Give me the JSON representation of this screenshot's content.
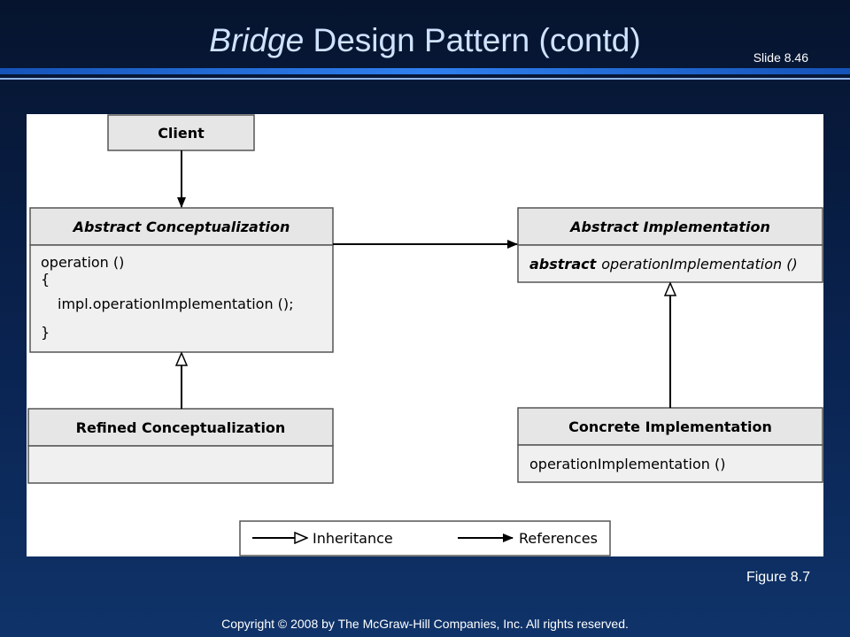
{
  "slide": {
    "title_italic": "Bridge",
    "title_rest": " Design Pattern (contd)",
    "number": "Slide 8.46",
    "figure_label": "Figure 8.7",
    "copyright": "Copyright © 2008 by The McGraw-Hill Companies, Inc.  All rights reserved."
  },
  "colors": {
    "background_top": "#06142e",
    "background_bottom": "#0f3369",
    "title": "#cfe3ff",
    "rule": "#2f80ef",
    "box_header": "#e6e6e6",
    "box_body": "#f0f0f0"
  },
  "diagram": {
    "client": {
      "title": "Client"
    },
    "abstract_conceptualization": {
      "title": "Abstract Conceptualization",
      "lines": [
        "operation ()",
        "{",
        "impl.operationImplementation ();",
        "}"
      ]
    },
    "refined_conceptualization": {
      "title": "Refined Conceptualization"
    },
    "abstract_implementation": {
      "title": "Abstract Implementation",
      "keyword": "abstract",
      "method": "operationImplementation ()"
    },
    "concrete_implementation": {
      "title": "Concrete Implementation",
      "method": "operationImplementation ()"
    },
    "legend": {
      "inheritance": "Inheritance",
      "references": "References"
    }
  }
}
